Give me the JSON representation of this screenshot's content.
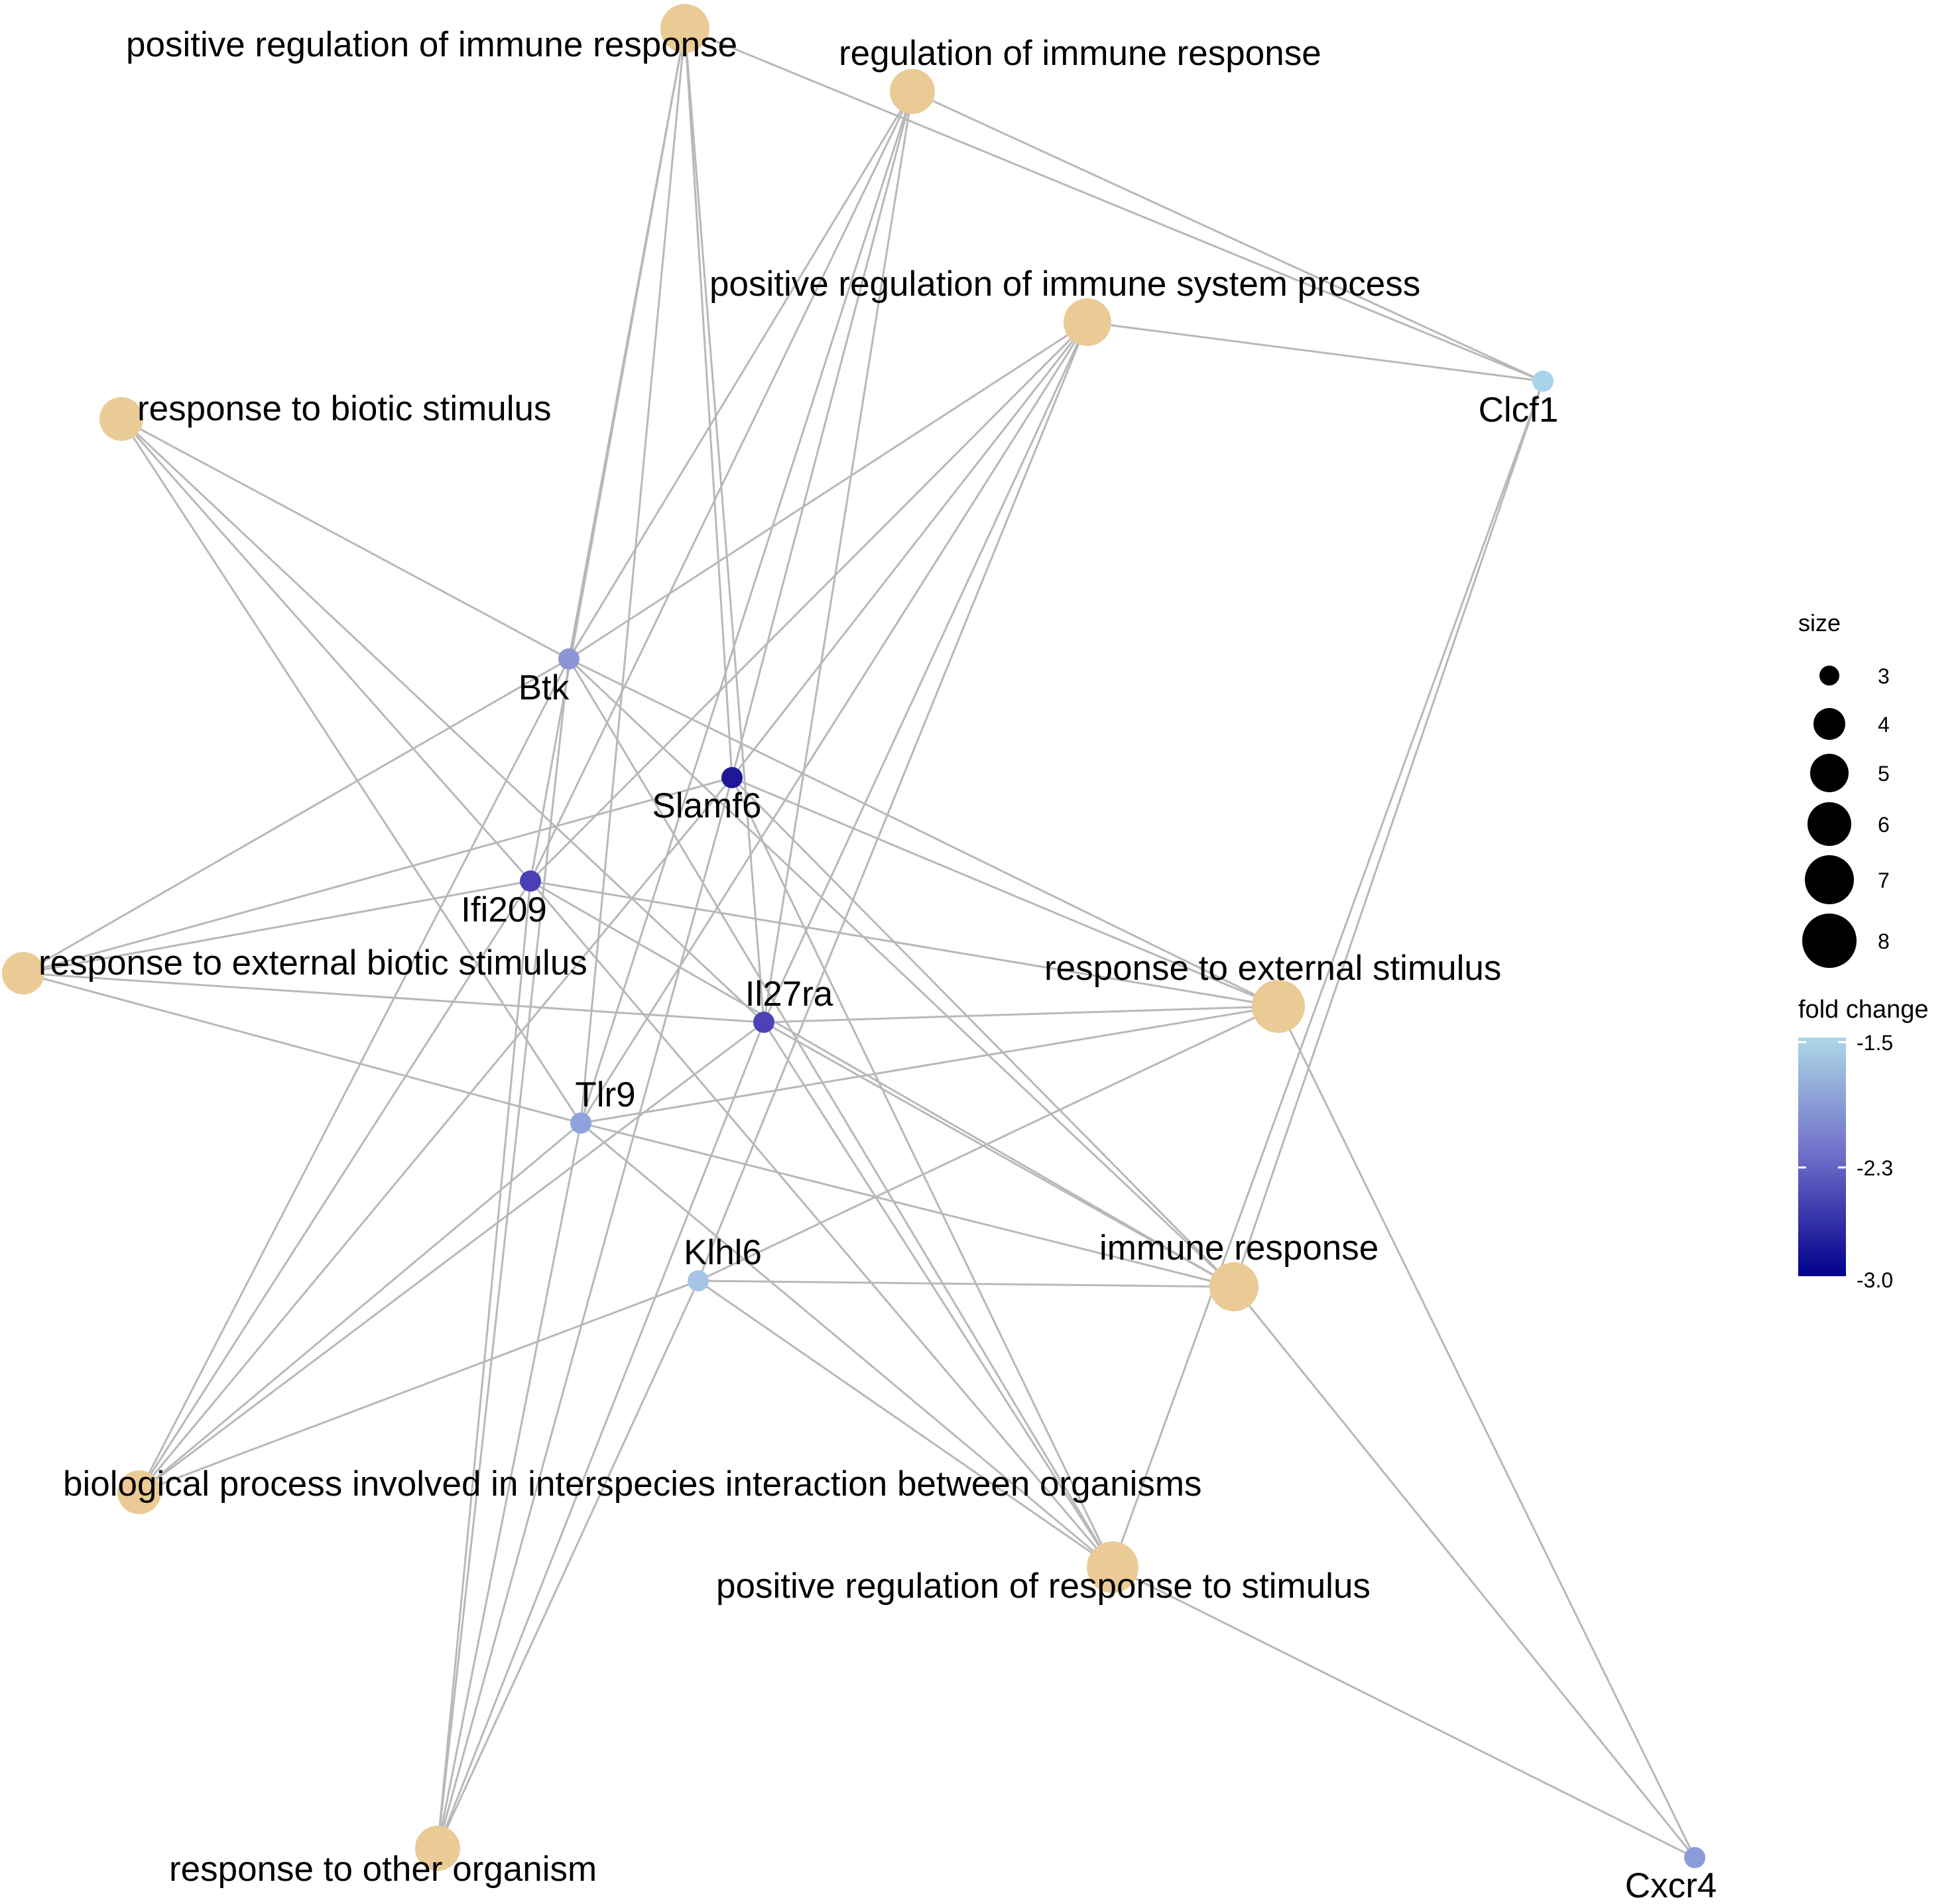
{
  "colors": {
    "term_node": "#EACB96",
    "edge": "#B8B8B8",
    "fold_change_high": "#ADD8E6",
    "fold_change_mid": "#8C8CD8",
    "fold_change_low": "#00008B"
  },
  "terms": [
    {
      "id": "pos_reg_immune_response",
      "label": "positive regulation of immune response"
    },
    {
      "id": "reg_immune_response",
      "label": "regulation of immune response"
    },
    {
      "id": "pos_reg_immune_system_process",
      "label": "positive regulation of immune system process"
    },
    {
      "id": "response_to_biotic_stimulus",
      "label": "response to biotic stimulus"
    },
    {
      "id": "response_to_external_biotic_stimulus",
      "label": "response to external biotic stimulus"
    },
    {
      "id": "response_to_external_stimulus",
      "label": "response to external stimulus"
    },
    {
      "id": "immune_response",
      "label": "immune response"
    },
    {
      "id": "bio_process_interspecies",
      "label": "biological process involved in interspecies interaction between organisms"
    },
    {
      "id": "pos_reg_response_to_stimulus",
      "label": "positive regulation of response to stimulus"
    },
    {
      "id": "response_to_other_organism",
      "label": "response to other organism"
    }
  ],
  "genes": [
    {
      "id": "Btk",
      "label": "Btk",
      "color": "#8C96D6"
    },
    {
      "id": "Slamf6",
      "label": "Slamf6",
      "color": "#1F1796"
    },
    {
      "id": "Ifi209",
      "label": "Ifi209",
      "color": "#4A3FB4"
    },
    {
      "id": "Il27ra",
      "label": "Il27ra",
      "color": "#4C42B6"
    },
    {
      "id": "Tlr9",
      "label": "Tlr9",
      "color": "#8FA1DE"
    },
    {
      "id": "Klhl6",
      "label": "Klhl6",
      "color": "#A6C4E8"
    },
    {
      "id": "Clcf1",
      "label": "Clcf1",
      "color": "#A9D3EA"
    },
    {
      "id": "Cxcr4",
      "label": "Cxcr4",
      "color": "#8C9CD8"
    }
  ],
  "legend": {
    "size_title": "size",
    "size_values": [
      "3",
      "4",
      "5",
      "6",
      "7",
      "8"
    ],
    "color_title": "fold change",
    "color_ticks": [
      "-1.5",
      "-2.3",
      "-3.0"
    ]
  }
}
